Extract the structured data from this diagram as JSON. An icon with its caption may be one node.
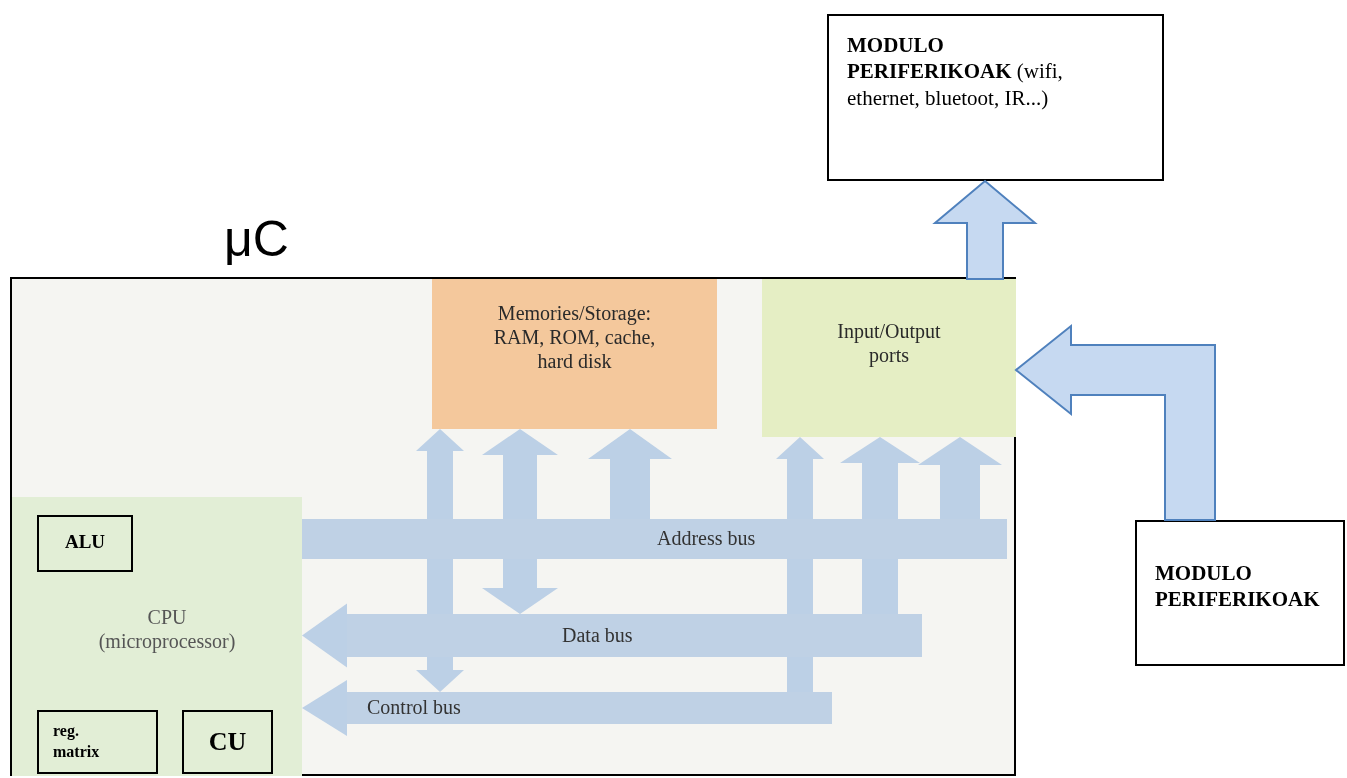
{
  "diagram": {
    "nodes": [
      {
        "text": [
          "μC"
        ]
      },
      {
        "text": [
          "Memories/Storage: RAM, ROM, cache, hard disk"
        ],
        "in": 0
      },
      {
        "text": [
          "Input/Output ports"
        ],
        "in": 0
      },
      {
        "text": [
          "CPU (microprocessor)"
        ],
        "in": 0
      },
      {
        "text": [
          "ALU"
        ],
        "in": 3
      },
      {
        "text": [
          "reg. matrix"
        ],
        "in": 3
      },
      {
        "text": [
          "CU"
        ],
        "in": 3
      },
      {
        "text": [
          "Address bus"
        ],
        "in": 0
      },
      {
        "text": [
          "Data bus"
        ],
        "in": 0
      },
      {
        "text": [
          "Control bus"
        ],
        "in": 0
      },
      {
        "text": [
          "**MODULO PERIFERIKOAK** (wifi, ethernet, bluetoot, IR...)"
        ]
      },
      {
        "text": [
          "MODULO PERIFERIKOAK"
        ]
      }
    ],
    "edges": [
      {
        "from": 2,
        "to": 10,
        "arrow": "to"
      },
      {
        "from": 11,
        "to": 2,
        "arrow": "to"
      },
      {
        "from": 9,
        "to": 1,
        "arrow": "both"
      },
      {
        "from": 8,
        "to": 1,
        "arrow": "both"
      },
      {
        "from": 7,
        "to": 1,
        "arrow": "to"
      },
      {
        "from": 9,
        "to": 2,
        "arrow": "to"
      },
      {
        "from": 8,
        "to": 2,
        "arrow": "to"
      },
      {
        "from": 7,
        "to": 2,
        "arrow": "to"
      },
      {
        "from": 8,
        "to": 3,
        "arrow": "to"
      },
      {
        "from": 9,
        "to": 3,
        "arrow": "to"
      }
    ]
  }
}
